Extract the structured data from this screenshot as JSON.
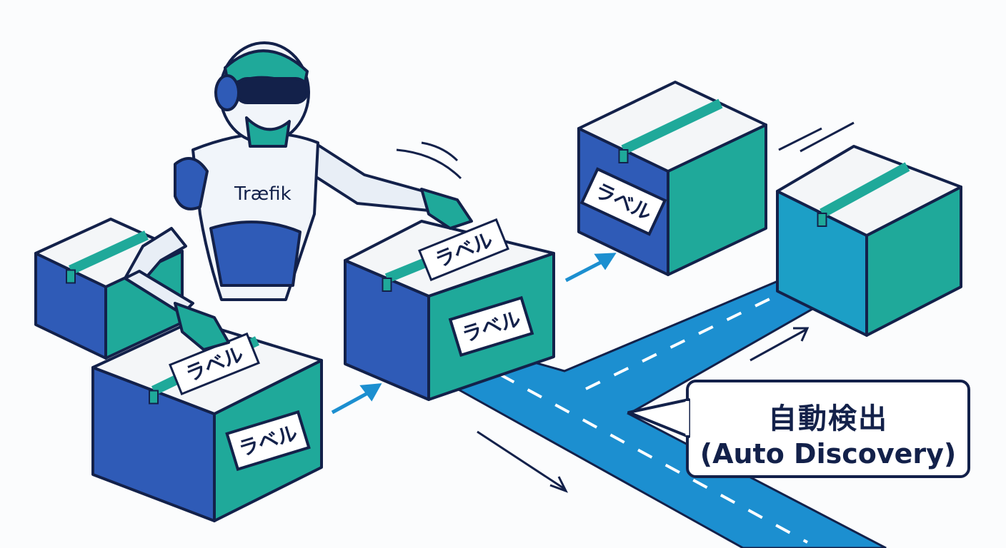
{
  "robot": {
    "chest_logo": "Træfik"
  },
  "box_labels": [
    "ラベル",
    "ラベル",
    "ラベル",
    "ラベル",
    "ラベル"
  ],
  "callout": {
    "title": "自動検出",
    "subtitle": "(Auto Discovery)"
  },
  "colors": {
    "outline": "#13214a",
    "blue": "#2f5bb7",
    "teal": "#1fa99a",
    "road": "#1c8fd0",
    "white": "#f4f6f8"
  }
}
